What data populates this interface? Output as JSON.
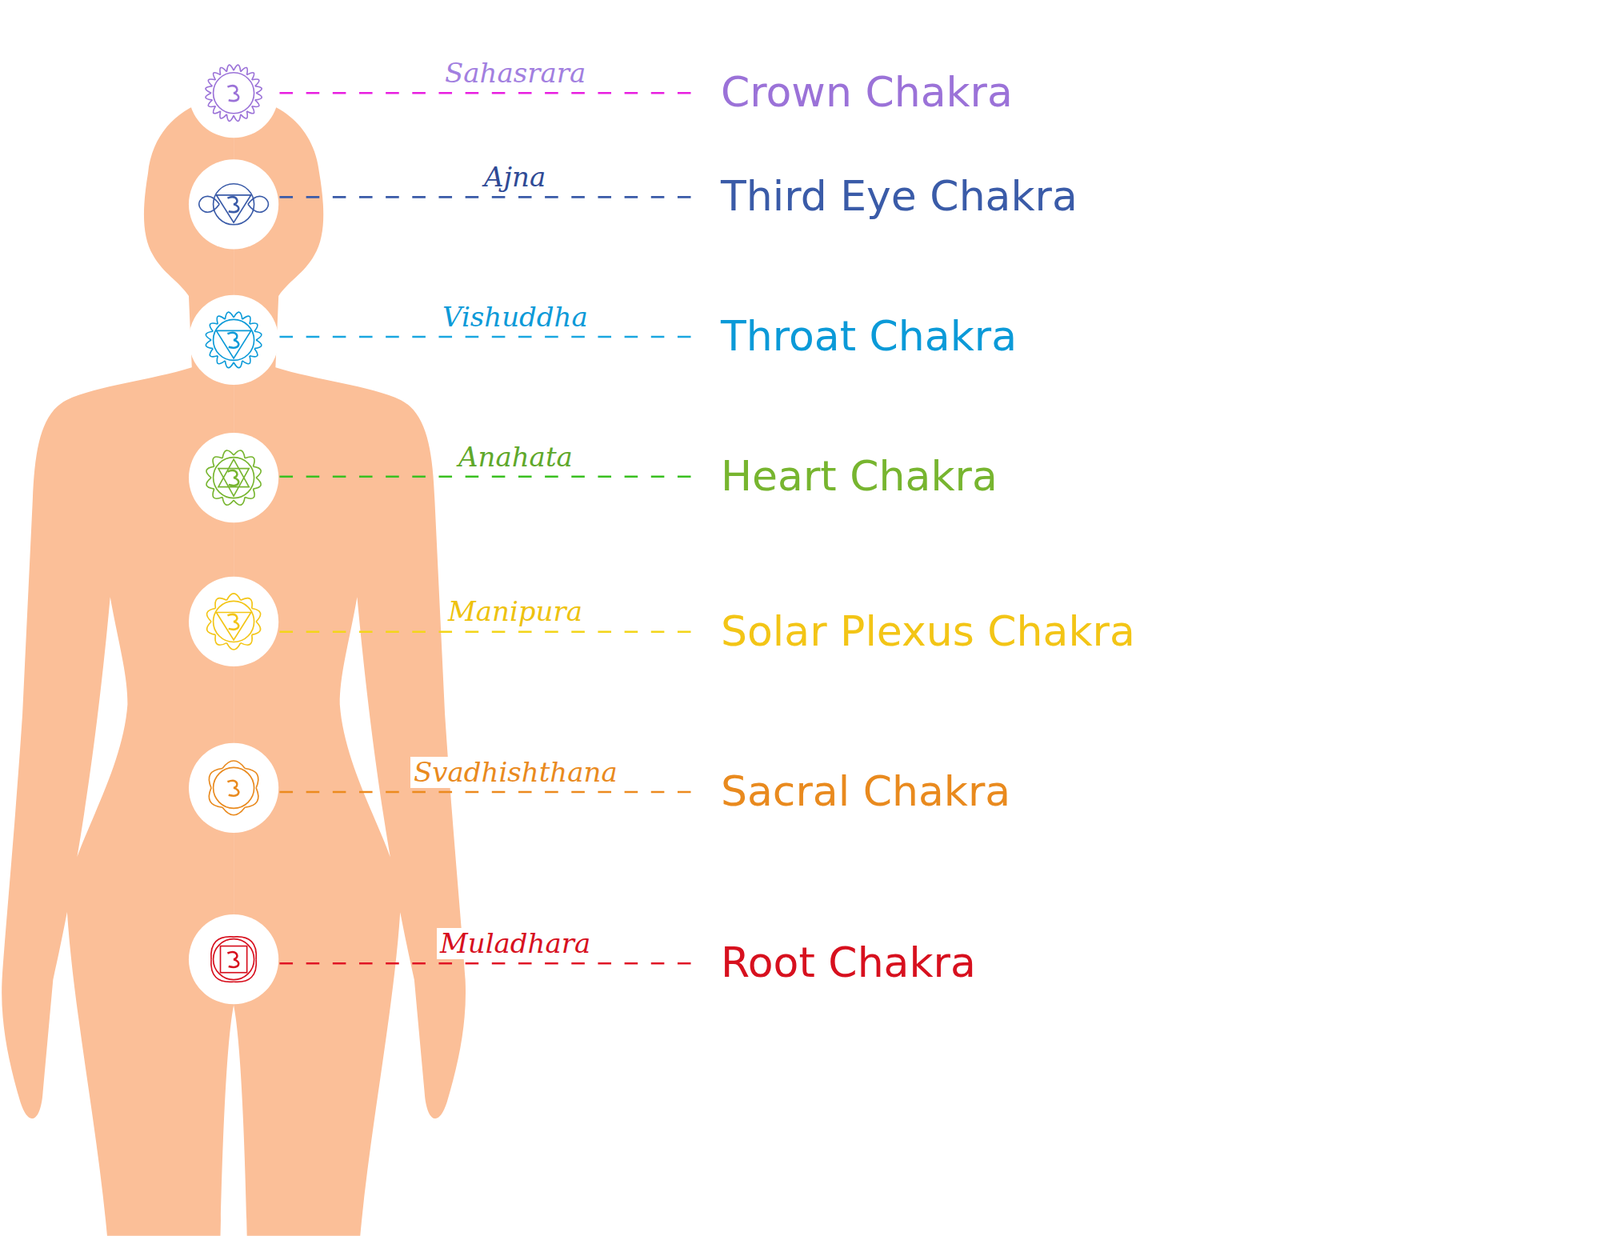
{
  "diagram": {
    "labels": [
      "Sahasrara",
      "Crown Chakra",
      "Ajna",
      "Third Eye Chakra",
      "Vishuddha",
      "Throat Chakra",
      "Anahata",
      "Heart Chakra",
      "Manipura",
      "Solar Plexus Chakra",
      "Svadhishthana",
      "Sacral Chakra",
      "Muladhara",
      "Root Chakra"
    ]
  }
}
